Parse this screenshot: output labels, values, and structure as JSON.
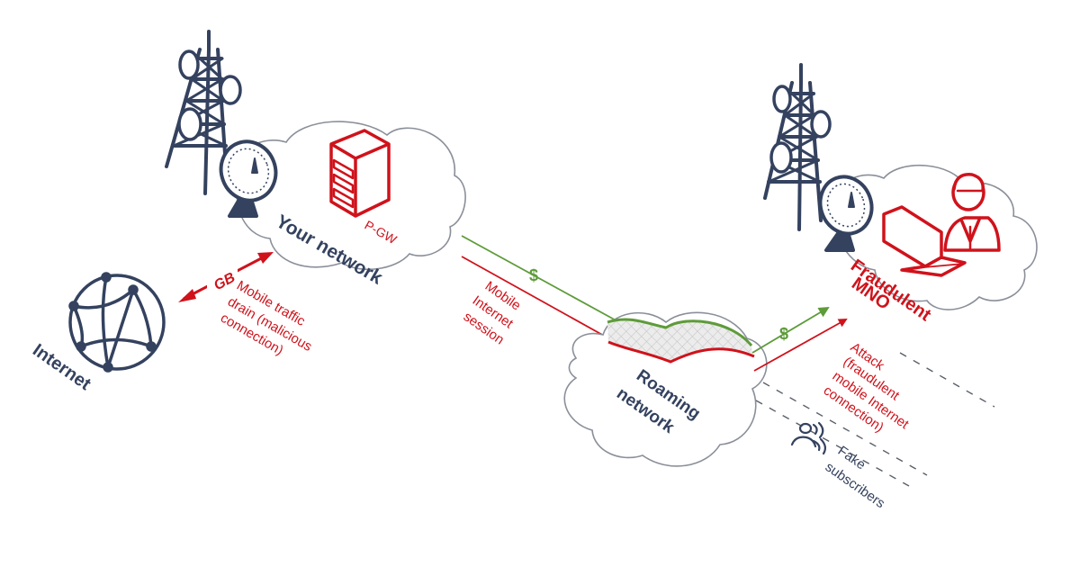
{
  "colors": {
    "navy": "#34425f",
    "red": "#d0121b",
    "green": "#5e9b3a",
    "gray": "#8a8f99",
    "cloud_fill": "#ffffff"
  },
  "labels": {
    "your_network": "Your network",
    "pgw": "P-GW",
    "internet": "Internet",
    "gb": "GB",
    "traffic_drain": [
      "Mobile traffic",
      "drain (malicious",
      "connection)"
    ],
    "mobile_session": [
      "Mobile",
      "Internet",
      "session"
    ],
    "dollar_1": "$",
    "dollar_2": "$",
    "roaming_network": [
      "Roaming",
      "network"
    ],
    "fraudulent_mno": [
      "Fraudulent",
      "MNO"
    ],
    "attack": [
      "Attack",
      "(fraudulent",
      "mobile Internet",
      "connection)"
    ],
    "fake_subscribers": [
      "Fake",
      "subscribers"
    ]
  },
  "icons": {
    "left_tower": "cell-tower-icon",
    "left_dish": "satellite-dish-icon",
    "server": "server-icon",
    "globe": "globe-icon",
    "right_tower": "cell-tower-icon",
    "right_dish": "satellite-dish-icon",
    "laptop": "laptop-icon",
    "hacker": "hacker-icon",
    "fake_users": "users-icon"
  }
}
